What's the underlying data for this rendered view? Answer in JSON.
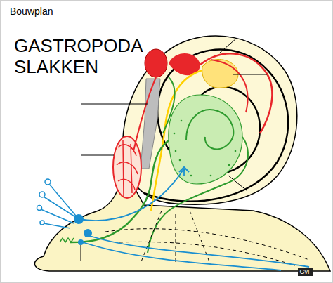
{
  "diagram": {
    "title": "GASTROPODA SLAKKEN",
    "labels": [
      "Bouwplan",
      "GvF"
    ]
  }
}
